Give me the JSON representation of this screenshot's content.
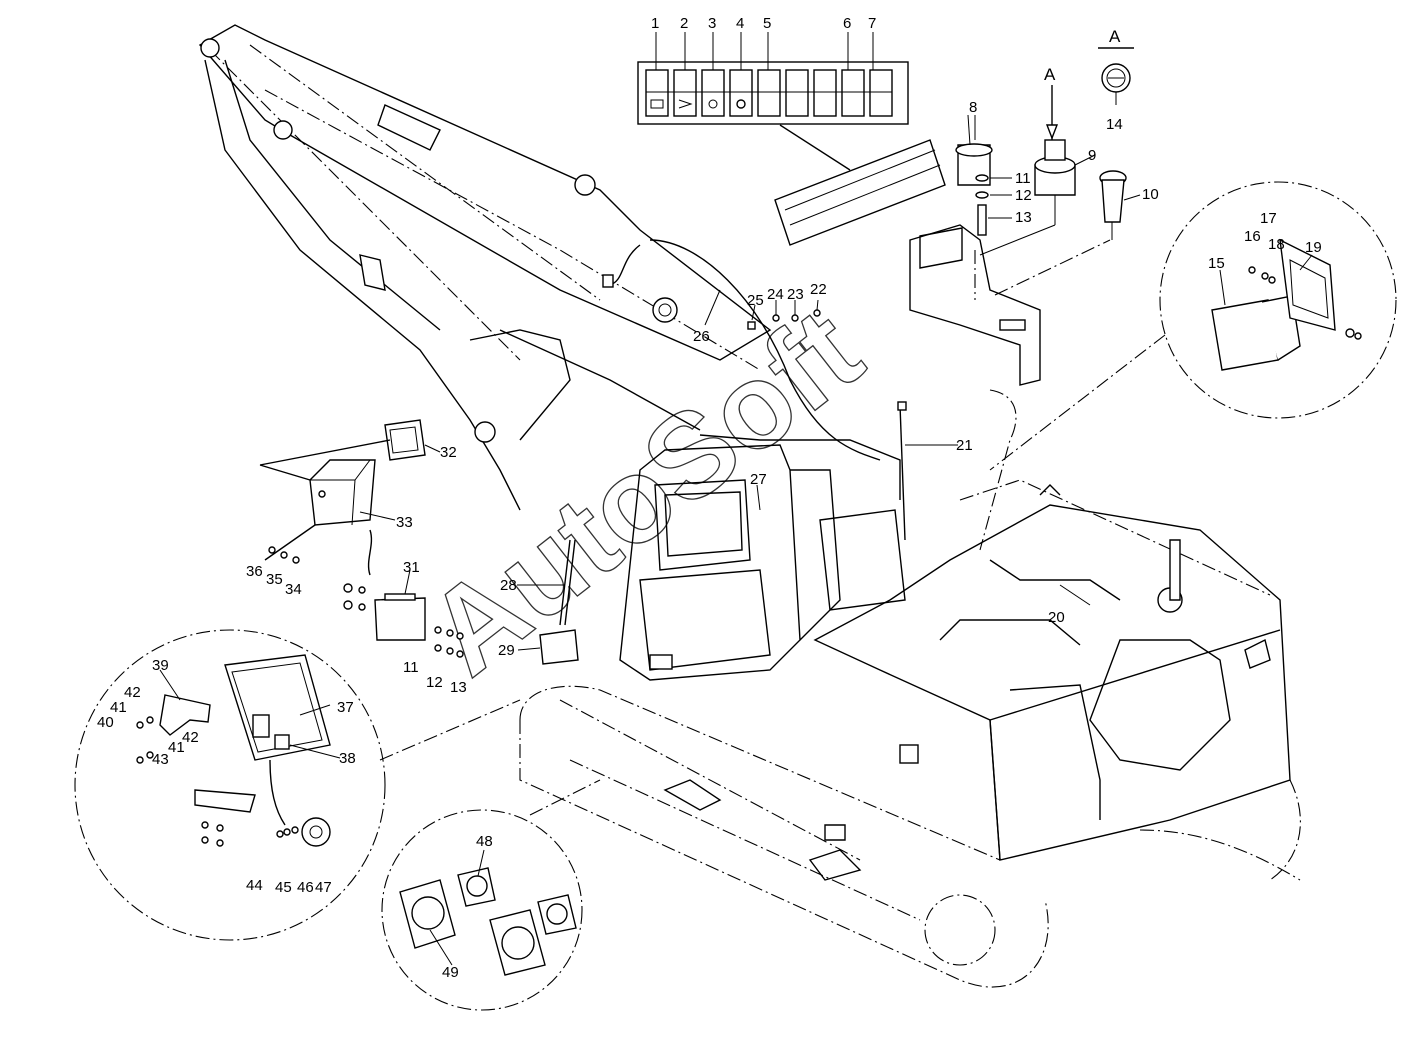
{
  "watermark": "AutoSoft",
  "view_marker": "A",
  "callouts": [
    {
      "id": "c1",
      "text": "1"
    },
    {
      "id": "c2",
      "text": "2"
    },
    {
      "id": "c3",
      "text": "3"
    },
    {
      "id": "c4",
      "text": "4"
    },
    {
      "id": "c5",
      "text": "5"
    },
    {
      "id": "c6",
      "text": "6"
    },
    {
      "id": "c7",
      "text": "7"
    },
    {
      "id": "c8",
      "text": "8"
    },
    {
      "id": "c9",
      "text": "9"
    },
    {
      "id": "c10",
      "text": "10"
    },
    {
      "id": "c11a",
      "text": "11"
    },
    {
      "id": "c12a",
      "text": "12"
    },
    {
      "id": "c13a",
      "text": "13"
    },
    {
      "id": "c14",
      "text": "14"
    },
    {
      "id": "c15",
      "text": "15"
    },
    {
      "id": "c16",
      "text": "16"
    },
    {
      "id": "c17",
      "text": "17"
    },
    {
      "id": "c18",
      "text": "18"
    },
    {
      "id": "c19",
      "text": "19"
    },
    {
      "id": "c20",
      "text": "20"
    },
    {
      "id": "c21",
      "text": "21"
    },
    {
      "id": "c22",
      "text": "22"
    },
    {
      "id": "c23",
      "text": "23"
    },
    {
      "id": "c24",
      "text": "24"
    },
    {
      "id": "c25",
      "text": "25"
    },
    {
      "id": "c26",
      "text": "26"
    },
    {
      "id": "c27",
      "text": "27"
    },
    {
      "id": "c28",
      "text": "28"
    },
    {
      "id": "c29",
      "text": "29"
    },
    {
      "id": "c31",
      "text": "31"
    },
    {
      "id": "c11b",
      "text": "11"
    },
    {
      "id": "c12b",
      "text": "12"
    },
    {
      "id": "c13b",
      "text": "13"
    },
    {
      "id": "c32",
      "text": "32"
    },
    {
      "id": "c33",
      "text": "33"
    },
    {
      "id": "c34",
      "text": "34"
    },
    {
      "id": "c35",
      "text": "35"
    },
    {
      "id": "c36",
      "text": "36"
    },
    {
      "id": "c37",
      "text": "37"
    },
    {
      "id": "c38",
      "text": "38"
    },
    {
      "id": "c39",
      "text": "39"
    },
    {
      "id": "c40",
      "text": "40"
    },
    {
      "id": "c41a",
      "text": "41"
    },
    {
      "id": "c41b",
      "text": "41"
    },
    {
      "id": "c42a",
      "text": "42"
    },
    {
      "id": "c42b",
      "text": "42"
    },
    {
      "id": "c43",
      "text": "43"
    },
    {
      "id": "c44",
      "text": "44"
    },
    {
      "id": "c45",
      "text": "45"
    },
    {
      "id": "c46",
      "text": "46"
    },
    {
      "id": "c47",
      "text": "47"
    },
    {
      "id": "c48",
      "text": "48"
    },
    {
      "id": "c49",
      "text": "49"
    }
  ]
}
